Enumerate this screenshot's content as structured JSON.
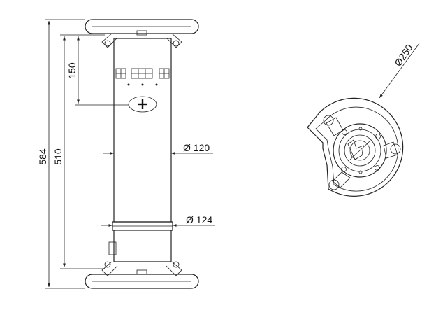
{
  "dimensions": {
    "overall_height": "584",
    "inner_height": "510",
    "window_offset": "150",
    "body_diameter": "Ø 120",
    "collar_diameter": "Ø 124",
    "ring_diameter": "Ø250"
  },
  "views": {
    "front": "front-view",
    "top": "top-view"
  }
}
